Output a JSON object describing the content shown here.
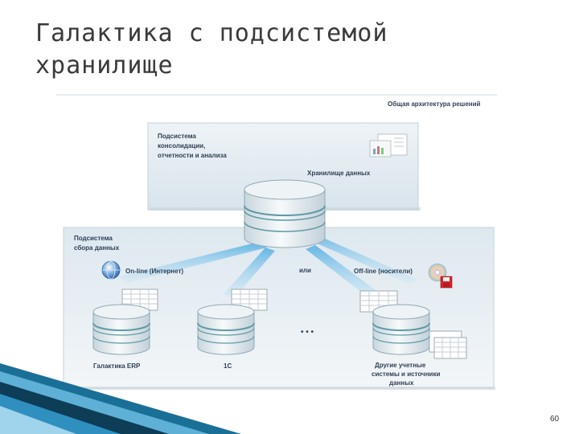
{
  "slide": {
    "title_line1": "Галактика с подсистемой",
    "title_line2": "хранилище",
    "page_number": "60"
  },
  "diagram": {
    "architecture_label": "Общая архитектура решений",
    "consolidation": [
      "Подсистема",
      "консолидации,",
      "отчетности и анализа"
    ],
    "warehouse_label": "Хранилище данных",
    "collection": [
      "Подсистема",
      "сбора данных"
    ],
    "online_label": "On-line (Интернет)",
    "or_label": "или",
    "offline_label": "Off-line (носители)",
    "ellipsis": "• • •",
    "db_erp": "Галактика ERP",
    "db_1c": "1С",
    "db_other": [
      "Другие учетные",
      "системы и источники",
      "данных"
    ]
  },
  "colors": {
    "panel_top": "#dfe9f0",
    "panel_bottom": "#e9f0f4",
    "db_body": "#e8eef2",
    "db_stripe": "#5f9aa6",
    "beam": "#7fc3e6",
    "stripe_dark": "#0d3d57",
    "stripe_light": "#5fb0d6"
  }
}
